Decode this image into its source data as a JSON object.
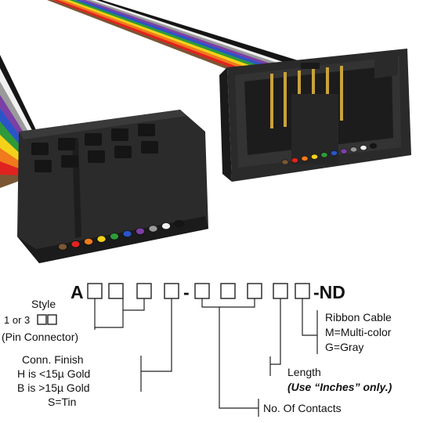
{
  "ribbon_colors": [
    "#7a5634",
    "#e0231f",
    "#f07a1c",
    "#f4d21a",
    "#2f9a3a",
    "#2a55c8",
    "#7c3fa6",
    "#9a9a9a",
    "#f0f0f0",
    "#151515"
  ],
  "part_number": {
    "prefix": "A",
    "separator_1": "-",
    "suffix": "-ND"
  },
  "labels": {
    "style_title": "Style",
    "style_line2": "1 or 3",
    "style_line3": "(Pin Connector)",
    "finish_line1": "Conn. Finish",
    "finish_line2": "H is <15µ Gold",
    "finish_line3": "B is >15µ Gold",
    "finish_line4": "S=Tin",
    "contacts": "No. Of Contacts",
    "length_line1": "Length",
    "length_line2": "(Use “Inches” only.)",
    "ribbon_line1": "Ribbon Cable",
    "ribbon_line2": "M=Multi-color",
    "ribbon_line3": "G=Gray"
  }
}
